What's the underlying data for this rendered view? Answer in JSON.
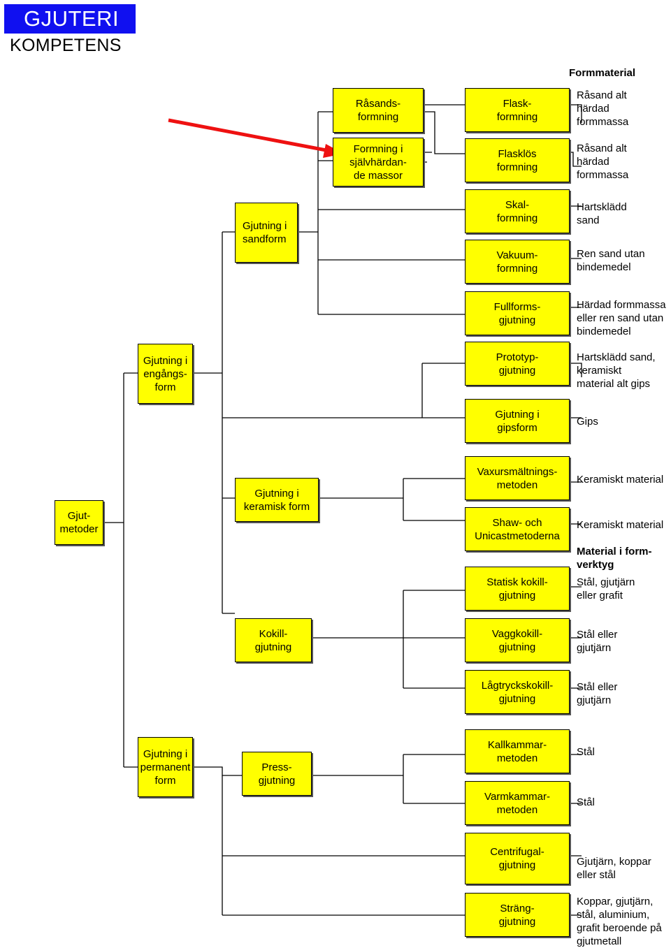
{
  "header": {
    "title": "GJUTERI",
    "subtitle": "KOMPETENS"
  },
  "column_headers": {
    "formmaterial": "Formmaterial",
    "material_formverktyg": "Material i form-\nverktyg"
  },
  "boxes": {
    "gjutmetoder": "Gjut-\nmetoder",
    "engangsform": "Gjutning i\nengångs-\nform",
    "permanent_form": "Gjutning i\npermanent\nform",
    "sandform": "Gjutning i\nsandform",
    "keramisk_form": "Gjutning i\nkeramisk form",
    "kokillgjutning": "Kokill-\ngjutning",
    "pressgjutning": "Press-\ngjutning",
    "rasandsformning": "Råsands-\nformning",
    "sjalvhardande": "Formning i\nsjälvhärdan-\nde massor",
    "flaskformning": "Flask-\nformning",
    "flasklos": "Flasklös\nformning",
    "skalformning": "Skal-\nformning",
    "vakuumformning": "Vakuum-\nformning",
    "fullformsgjutning": "Fullforms-\ngjutning",
    "prototypgjutning": "Prototyp-\ngjutning",
    "gipsform": "Gjutning i\ngipsform",
    "vaxursmaltning": "Vaxursmältnings-\nmetoden",
    "shaw_unicast": "Shaw- och\nUnicastmetoderna",
    "statisk_kokill": "Statisk kokill-\ngjutning",
    "vaggkokill": "Vaggkokill-\ngjutning",
    "lagtryckskokill": "Lågtryckskokill-\ngjutning",
    "kallkammar": "Kallkammar-\nmetoden",
    "varmkammar": "Varmkammar-\nmetoden",
    "centrifugal": "Centrifugal-\ngjutning",
    "strang": "Sträng-\ngjutning"
  },
  "materials": {
    "m1": "Råsand alt\nhärdad\nformmassa",
    "m2": "Råsand alt\nhärdad\nformmassa",
    "m3": "Hartsklädd\nsand",
    "m4": "Ren sand utan\nbindemedel",
    "m5": "Härdad formmassa\neller ren sand utan\nbindemedel",
    "m6": "Hartsklädd sand,\nkeramiskt\nmaterial alt gips",
    "m7": "Gips",
    "m8": "Keramiskt material",
    "m9": "Keramiskt material",
    "m10": "Stål, gjutjärn\neller grafit",
    "m11": "Stål eller\ngjutjärn",
    "m12": "Stål eller\ngjutjärn",
    "m13": "Stål",
    "m14": "Stål",
    "m15": "Gjutjärn, koppar\neller stål",
    "m16": "Koppar, gjutjärn,\nstål, aluminium,\ngrafit beroende på\ngjutmetall"
  },
  "colors": {
    "box_fill": "#ffff00",
    "logo_blue": "#1010f0",
    "arrow": "#ee1111"
  }
}
